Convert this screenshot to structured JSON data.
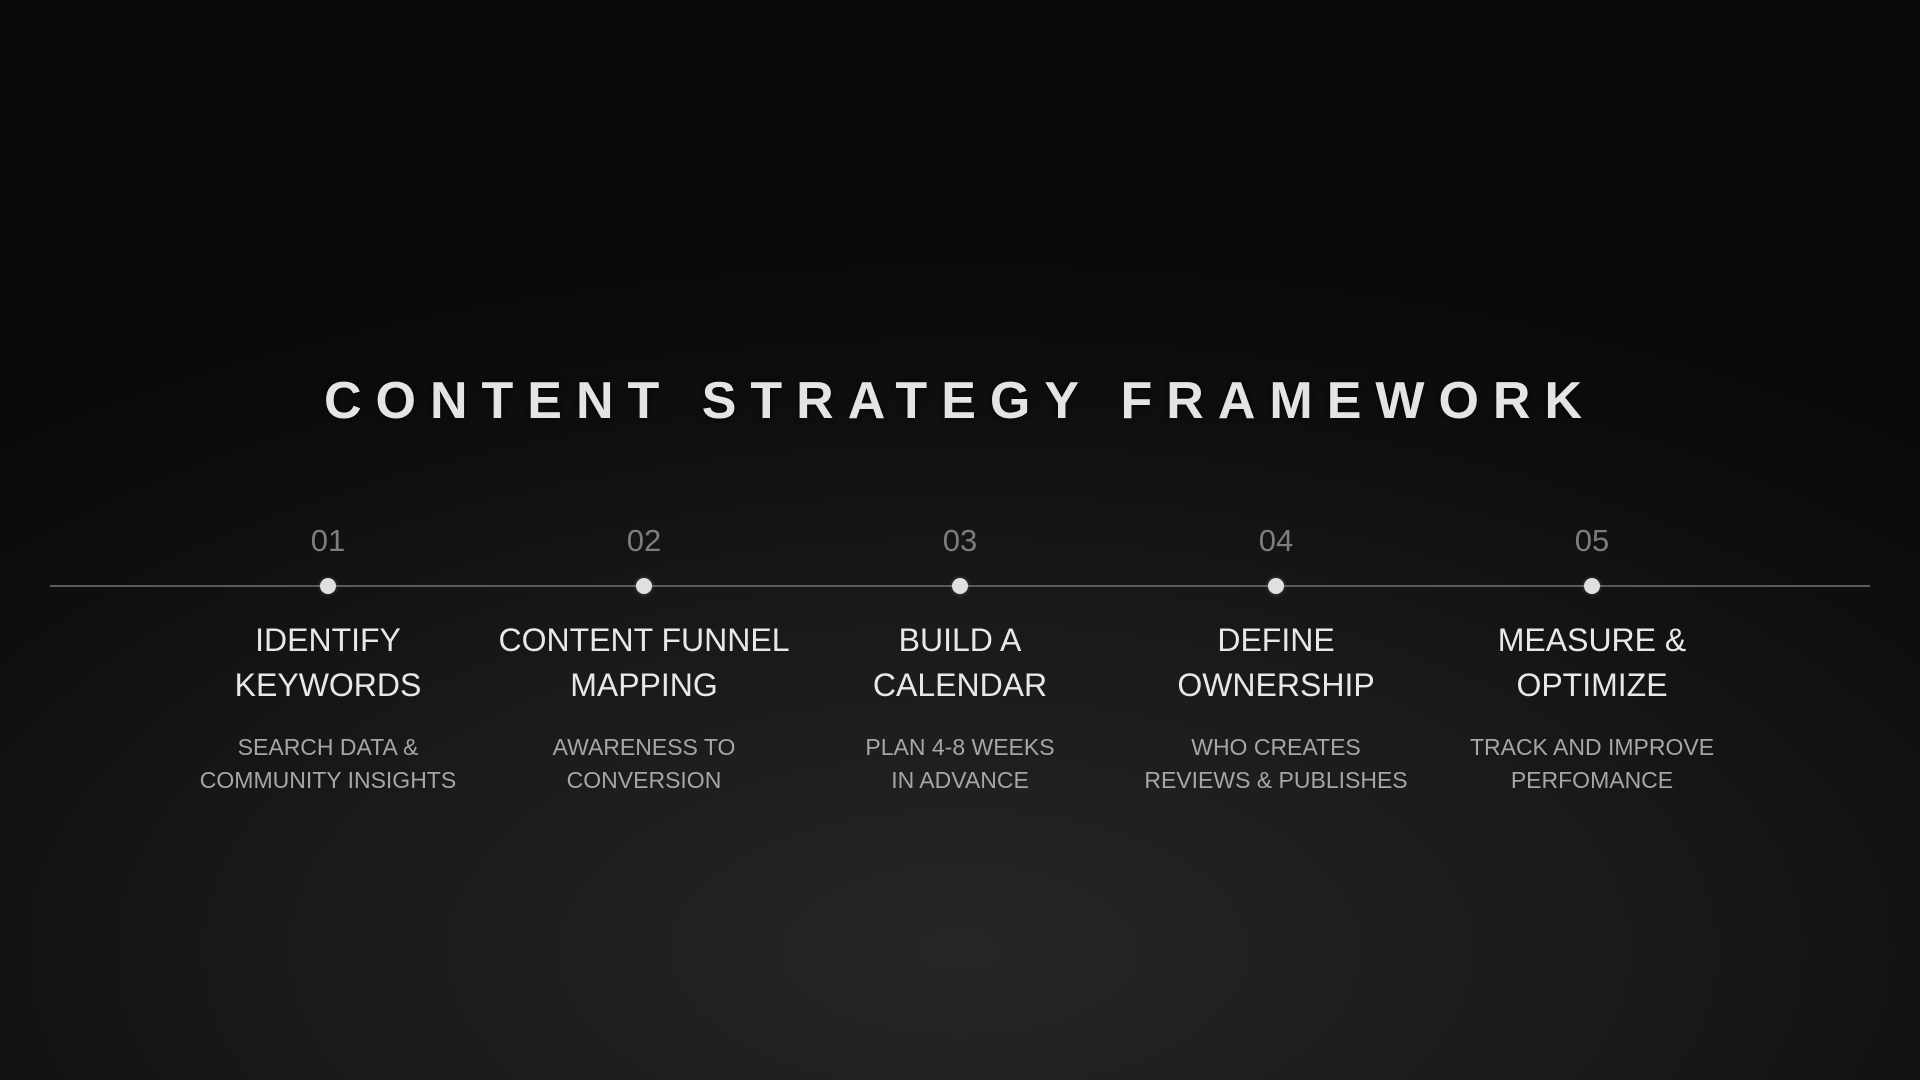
{
  "slide": {
    "title": "CONTENT STRATEGY FRAMEWORK",
    "steps": [
      {
        "number": "01",
        "heading_line1": "IDENTIFY",
        "heading_line2": "KEYWORDS",
        "desc_line1": "SEARCH DATA &",
        "desc_line2": "COMMUNITY INSIGHTS"
      },
      {
        "number": "02",
        "heading_line1": "CONTENT FUNNEL",
        "heading_line2": "MAPPING",
        "desc_line1": "AWARENESS TO",
        "desc_line2": "CONVERSION"
      },
      {
        "number": "03",
        "heading_line1": "BUILD A",
        "heading_line2": "CALENDAR",
        "desc_line1": "PLAN 4-8 WEEKS",
        "desc_line2": "IN ADVANCE"
      },
      {
        "number": "04",
        "heading_line1": "DEFINE",
        "heading_line2": "OWNERSHIP",
        "desc_line1": "WHO CREATES",
        "desc_line2": "REVIEWS & PUBLISHES"
      },
      {
        "number": "05",
        "heading_line1": "MEASURE &",
        "heading_line2": "OPTIMIZE",
        "desc_line1": "TRACK AND IMPROVE",
        "desc_line2": "PERFOMANCE"
      }
    ]
  },
  "colors": {
    "background": "#0e0e0e",
    "title": "#e4e4e4",
    "number": "#7d7d7d",
    "heading": "#e8e8e8",
    "description": "#a6a6a6",
    "timeline": "#5a5a5a",
    "dot": "#e0e0e0"
  }
}
